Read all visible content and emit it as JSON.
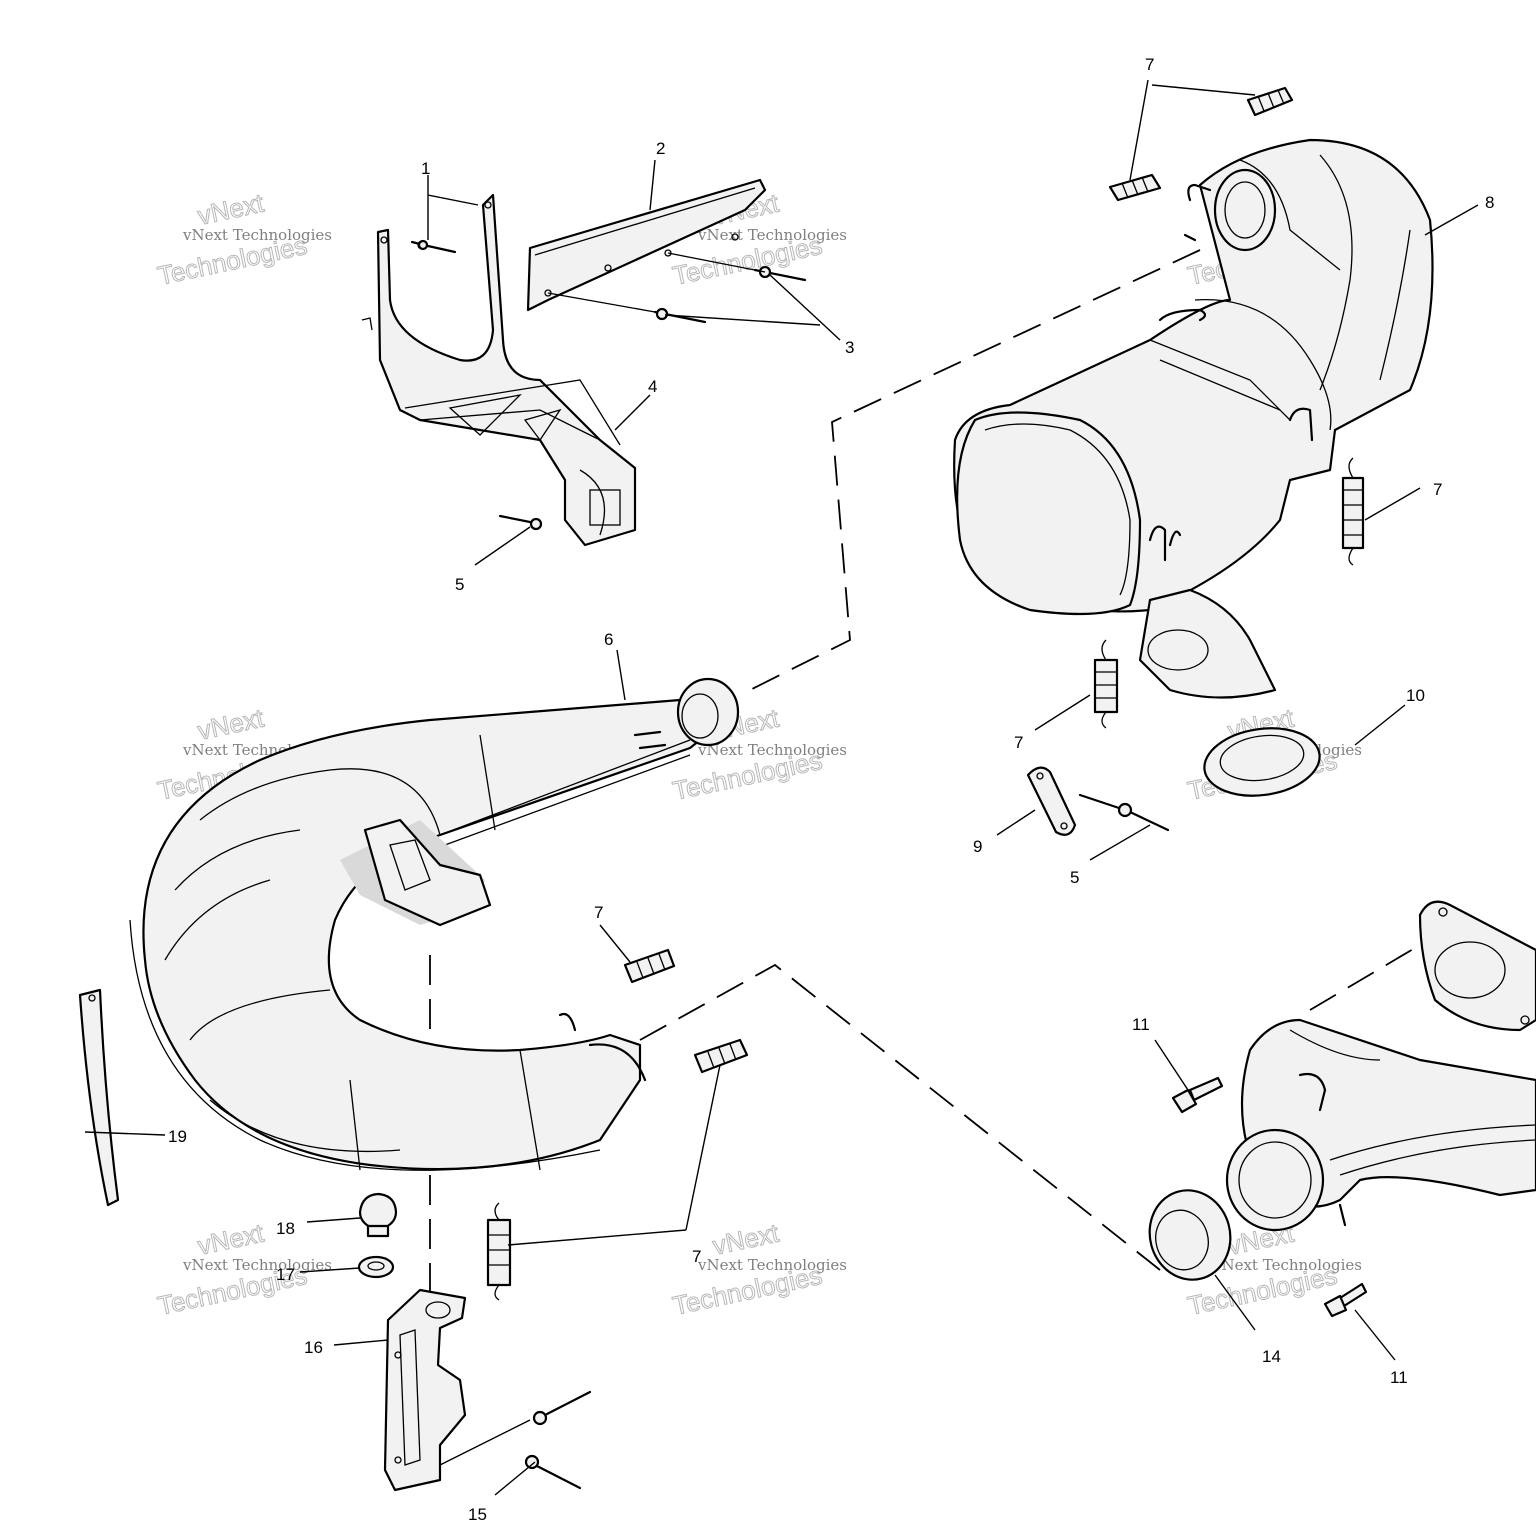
{
  "callouts": {
    "c1": "1",
    "c2": "2",
    "c3": "3",
    "c4": "4",
    "c5a": "5",
    "c5b": "5",
    "c6": "6",
    "c7a": "7",
    "c7b": "7",
    "c7c": "7",
    "c7d": "7",
    "c7e": "7",
    "c8": "8",
    "c9": "9",
    "c10": "10",
    "c11a": "11",
    "c11b": "11",
    "c14": "14",
    "c15": "15",
    "c16": "16",
    "c17": "17",
    "c18": "18",
    "c19": "19"
  },
  "watermark": {
    "line1": "vNext Technologies",
    "line2": "vNext",
    "line3": "Technologies"
  },
  "colors": {
    "stroke": "#000000",
    "background": "#ffffff",
    "watermark": "#9a9a9a"
  }
}
